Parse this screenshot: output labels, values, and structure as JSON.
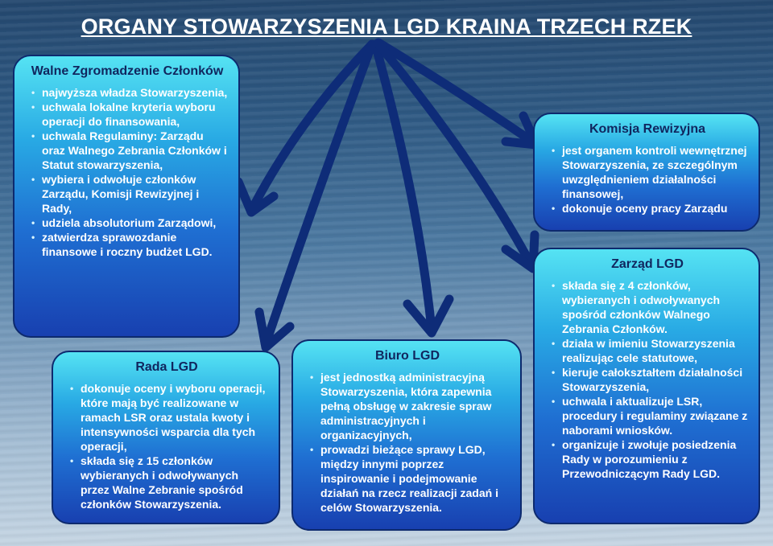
{
  "title": "ORGANY STOWARZYSZENIA LGD KRAINA TRZECH RZEK",
  "boxes": {
    "walne": {
      "heading": "Walne Zgromadzenie Członków",
      "items": [
        "najwyższa władza Stowarzyszenia,",
        "uchwala lokalne kryteria wyboru operacji do finansowania,",
        "uchwala Regulaminy: Zarządu oraz Walnego Zebrania Członków i Statut stowarzyszenia,",
        "wybiera i odwołuje członków Zarządu, Komisji Rewizyjnej i Rady,",
        "udziela absolutorium Zarządowi,",
        "zatwierdza sprawozdanie finansowe i roczny budżet LGD."
      ]
    },
    "komisja": {
      "heading": "Komisja Rewizyjna",
      "items": [
        "jest organem kontroli wewnętrznej Stowarzyszenia, ze szczególnym uwzględnieniem działalności finansowej,",
        "dokonuje oceny pracy Zarządu"
      ]
    },
    "rada": {
      "heading": "Rada LGD",
      "items": [
        "dokonuje oceny i wyboru operacji, które mają być realizowane w ramach LSR oraz ustala kwoty i intensywności wsparcia dla tych operacji,",
        "składa się z 15 członków wybieranych i odwoływanych przez Walne Zebranie spośród członków Stowarzyszenia."
      ]
    },
    "biuro": {
      "heading": "Biuro LGD",
      "items": [
        "jest jednostką administracyjną Stowarzyszenia, która zapewnia pełną obsługę w zakresie spraw administracyjnych i organizacyjnych,",
        "prowadzi bieżące sprawy LGD, między innymi poprzez inspirowanie i podejmowanie działań na rzecz realizacji zadań i celów Stowarzyszenia."
      ]
    },
    "zarzad": {
      "heading": "Zarząd LGD",
      "items": [
        "składa się z 4 członków, wybieranych i odwoływanych spośród członków Walnego Zebrania Członków.",
        "działa w imieniu Stowarzyszenia realizując cele statutowe,",
        "kieruje całokształtem działalności Stowarzyszenia,",
        "uchwala i aktualizuje LSR, procedury i regulaminy związane z naborami wniosków.",
        "organizuje i zwołuje posiedzenia Rady w porozumieniu z Przewodniczącym Rady LGD."
      ]
    }
  },
  "colors": {
    "arrow": "#0e2c78",
    "box_border": "#0d2a6e",
    "heading_text": "#10265e",
    "body_text": "#ffffff"
  }
}
